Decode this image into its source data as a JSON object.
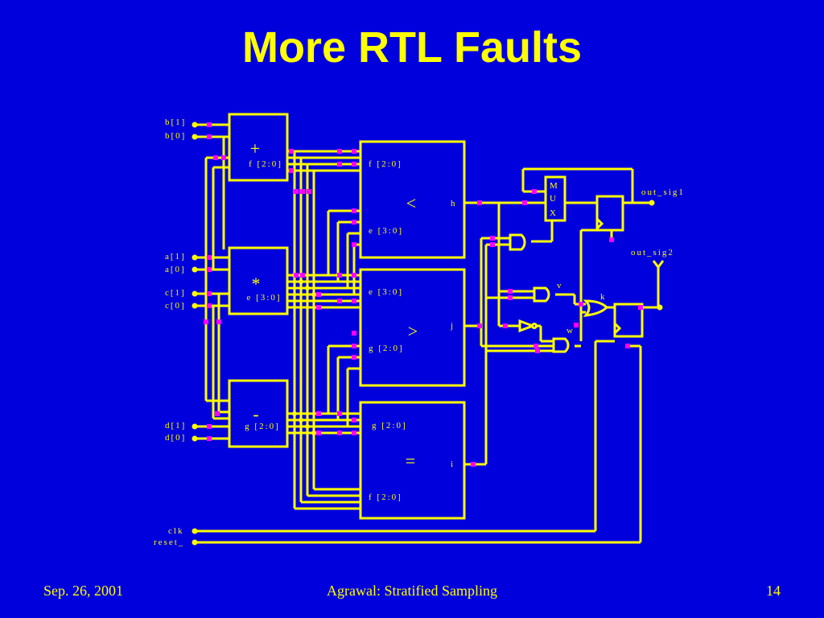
{
  "title": "More RTL Faults",
  "footer": {
    "date": "Sep. 26, 2001",
    "center": "Agrawal: Stratified Sampling",
    "page": "14"
  },
  "diagram": {
    "inputs": {
      "b1": "b[1]",
      "b0": "b[0]",
      "a1": "a[1]",
      "a0": "a[0]",
      "c1": "c[1]",
      "c0": "c[0]",
      "d1": "d[1]",
      "d0": "d[0]",
      "clk": "clk",
      "reset": "reset_"
    },
    "outputs": {
      "out1": "out_sig1",
      "out2": "out_sig2"
    },
    "blocks": {
      "add": {
        "op": "+",
        "out": "f [2:0]"
      },
      "mul": {
        "op": "*",
        "out": "e [3:0]"
      },
      "sub": {
        "op": "-",
        "out": "g [2:0]"
      },
      "lt": {
        "op": "<",
        "in1": "f [2:0]",
        "in2": "e [3:0]",
        "out": "h"
      },
      "gt": {
        "op": ">",
        "in1": "e [3:0]",
        "in2": "g [2:0]",
        "out": "j"
      },
      "eq": {
        "op": "=",
        "in1": "g [2:0]",
        "in2": "f [2:0]",
        "out": "i"
      }
    },
    "mux": {
      "m": "M",
      "u": "U",
      "x": "X"
    },
    "nets": {
      "v": "v",
      "w": "w",
      "k": "k"
    }
  },
  "colors": {
    "background": "#0000dd",
    "foreground": "#ffff00",
    "pin": "#ff00ff"
  }
}
